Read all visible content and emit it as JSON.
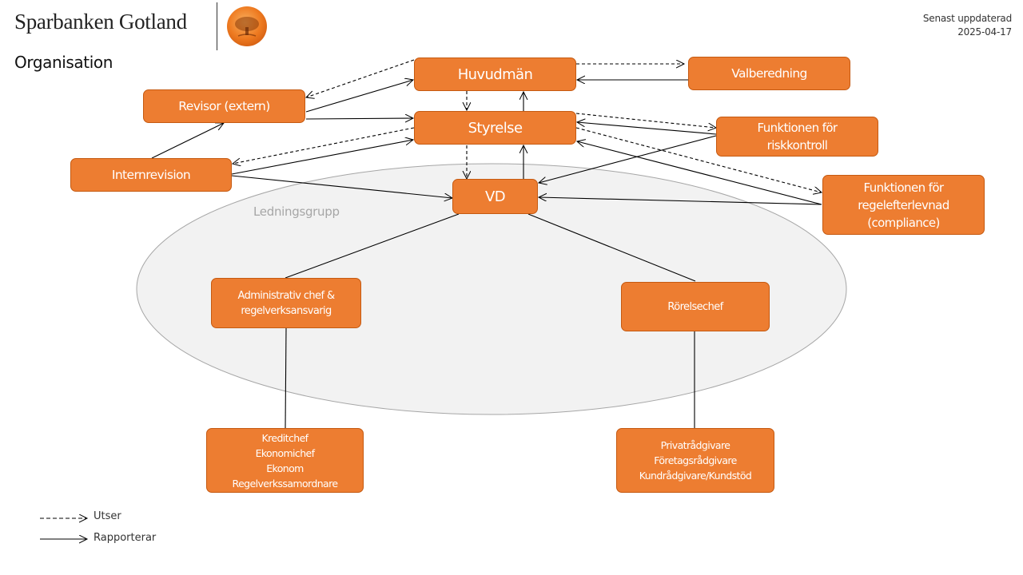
{
  "header": {
    "brand_name": "Sparbanken Gotland",
    "logo_icon": "oak-tree-logo-icon",
    "page_title": "Organisation",
    "updated_label": "Senast uppdaterad",
    "updated_date": "2025-04-17"
  },
  "colors": {
    "node_fill": "#ed7d31",
    "node_border": "#c55a11",
    "node_text": "#ffffff",
    "group_fill": "#f2f2f2",
    "group_stroke": "#a6a6a6",
    "line": "#000000"
  },
  "group": {
    "label": "Ledningsgrupp"
  },
  "nodes": {
    "huvudman": "Huvudmän",
    "valberedning": "Valberedning",
    "revisor": "Revisor (extern)",
    "styrelse": "Styrelse",
    "riskkontroll": "Funktionen för\nriskkontroll",
    "internrevision": "Internrevision",
    "vd": "VD",
    "compliance": "Funktionen för\nregelefterlevnad\n(compliance)",
    "admin": "Administrativ chef &\nregelverksansvarig",
    "rorelse": "Rörelsechef",
    "admin_staff": "Kreditchef\nEkonomichef\nEkonom\nRegelverkssamordnare",
    "rorelse_staff": "Privatrådgivare\nFöretagsrådgivare\nKundrådgivare/Kundstöd"
  },
  "edges": [
    {
      "from": "huvudman",
      "to": "valberedning",
      "type": "utser"
    },
    {
      "from": "valberedning",
      "to": "huvudman",
      "type": "rapporterar"
    },
    {
      "from": "huvudman",
      "to": "revisor",
      "type": "utser"
    },
    {
      "from": "revisor",
      "to": "huvudman",
      "type": "rapporterar"
    },
    {
      "from": "revisor",
      "to": "styrelse",
      "type": "rapporterar"
    },
    {
      "from": "huvudman",
      "to": "styrelse",
      "type": "utser"
    },
    {
      "from": "styrelse",
      "to": "huvudman",
      "type": "rapporterar"
    },
    {
      "from": "internrevision",
      "to": "revisor",
      "type": "rapporterar"
    },
    {
      "from": "styrelse",
      "to": "internrevision",
      "type": "utser"
    },
    {
      "from": "internrevision",
      "to": "styrelse",
      "type": "rapporterar"
    },
    {
      "from": "internrevision",
      "to": "vd",
      "type": "rapporterar"
    },
    {
      "from": "styrelse",
      "to": "vd",
      "type": "utser"
    },
    {
      "from": "vd",
      "to": "styrelse",
      "type": "rapporterar"
    },
    {
      "from": "styrelse",
      "to": "riskkontroll",
      "type": "utser"
    },
    {
      "from": "riskkontroll",
      "to": "styrelse",
      "type": "rapporterar"
    },
    {
      "from": "riskkontroll",
      "to": "vd",
      "type": "rapporterar"
    },
    {
      "from": "styrelse",
      "to": "compliance",
      "type": "utser"
    },
    {
      "from": "compliance",
      "to": "styrelse",
      "type": "rapporterar"
    },
    {
      "from": "compliance",
      "to": "vd",
      "type": "rapporterar"
    },
    {
      "from": "vd",
      "to": "admin",
      "type": "line"
    },
    {
      "from": "vd",
      "to": "rorelse",
      "type": "line"
    },
    {
      "from": "admin",
      "to": "admin_staff",
      "type": "line"
    },
    {
      "from": "rorelse",
      "to": "rorelse_staff",
      "type": "line"
    }
  ],
  "legend": [
    {
      "style": "dashed",
      "label": "Utser"
    },
    {
      "style": "solid",
      "label": "Rapporterar"
    }
  ]
}
